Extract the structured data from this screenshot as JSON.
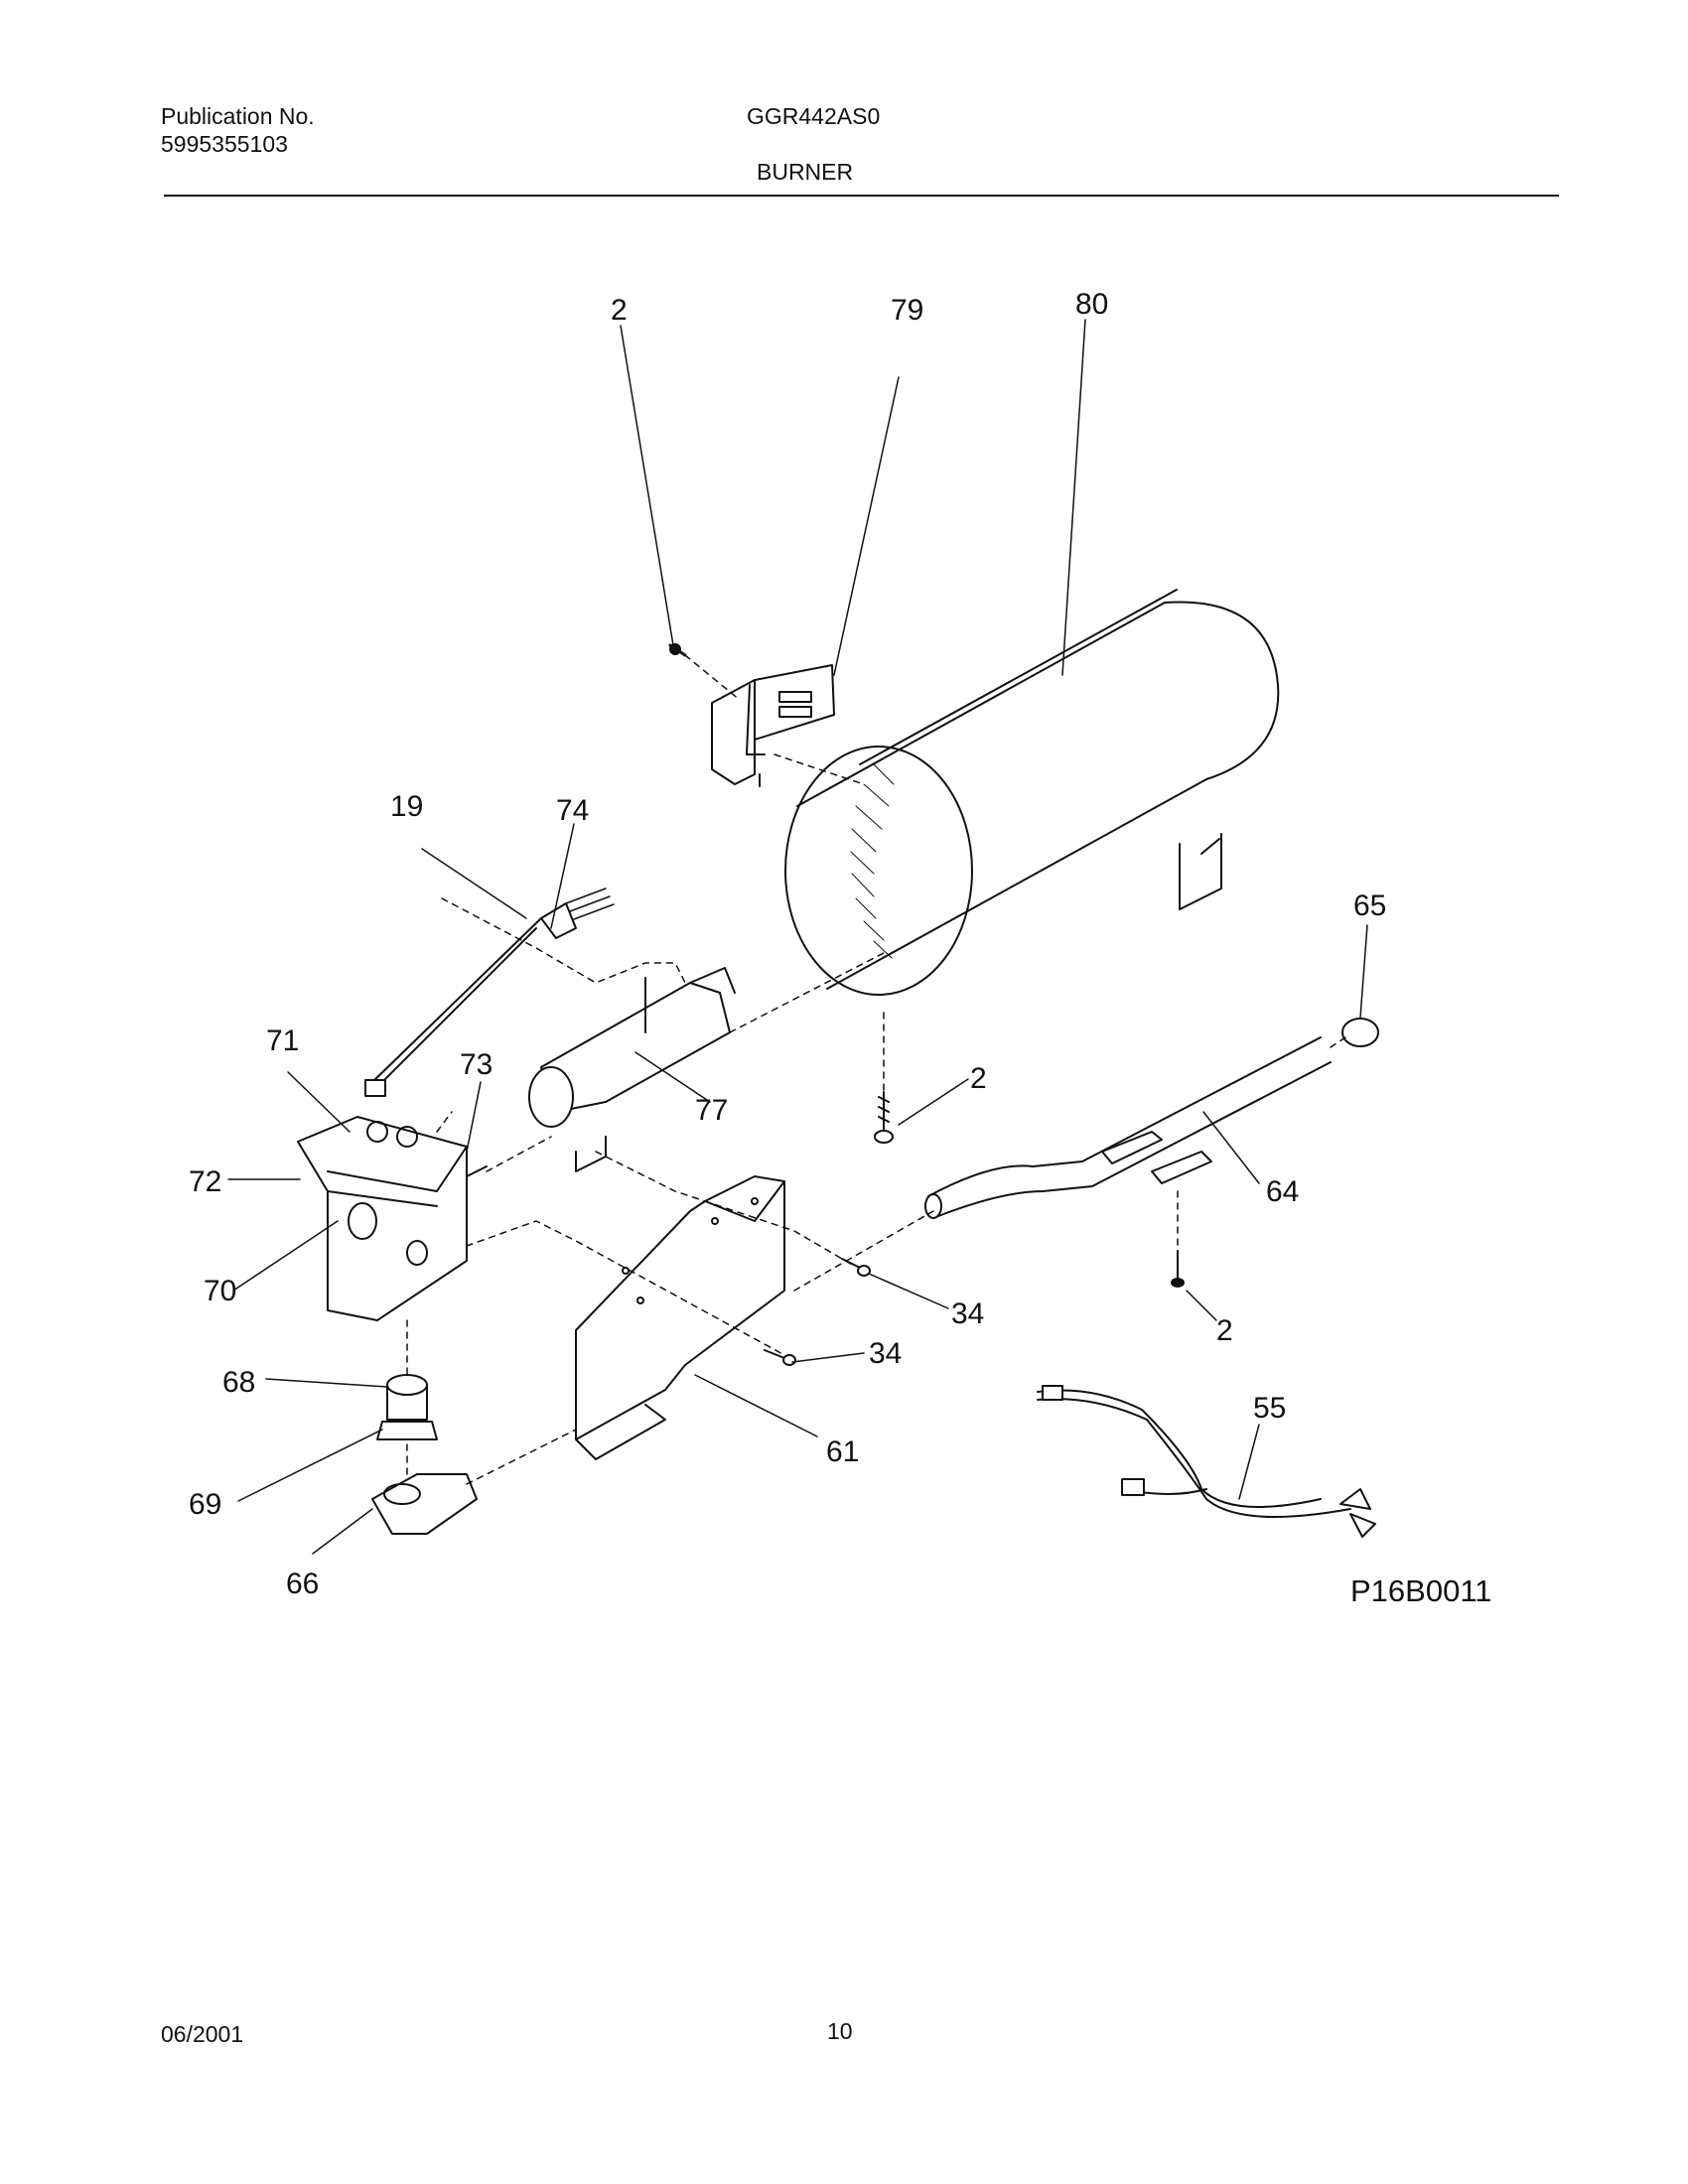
{
  "header": {
    "publication_label": "Publication No.",
    "publication_number": "5995355103",
    "model": "GGR442AS0",
    "section": "BURNER"
  },
  "diagram": {
    "reference": "P16B0011",
    "callouts": {
      "c2a": "2",
      "c79": "79",
      "c80": "80",
      "c19": "19",
      "c74": "74",
      "c65": "65",
      "c71": "71",
      "c73": "73",
      "c2b": "2",
      "c77": "77",
      "c72": "72",
      "c64": "64",
      "c70": "70",
      "c34a": "34",
      "c2c": "2",
      "c68": "68",
      "c34b": "34",
      "c55": "55",
      "c61": "61",
      "c69": "69",
      "c66": "66"
    }
  },
  "footer": {
    "date": "06/2001",
    "page": "10"
  }
}
